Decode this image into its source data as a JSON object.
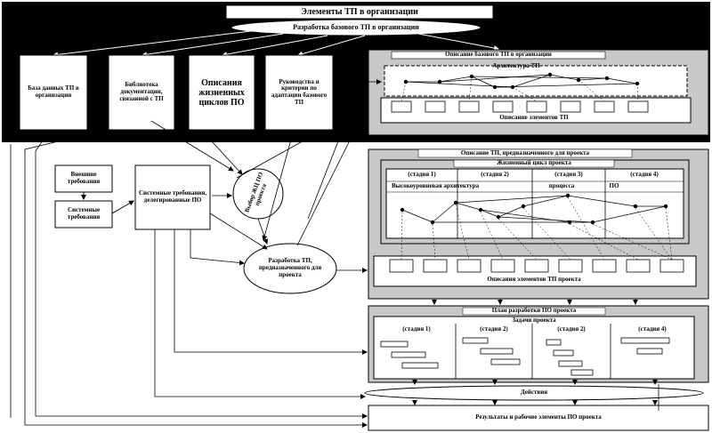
{
  "org": {
    "title": "Элементы ТП в организации",
    "oval": "Разработка базового ТП в организации",
    "box_db": "База данных ТП в организации",
    "box_library": "Библиотека документации, связанной с ТП",
    "box_lifecycle": "Описания жизненных циклов ПО",
    "box_guides": "Руководства и критерии по адаптации базового ТП",
    "base_panel_title": "Описание базового ТП в организации",
    "base_arch_label": "Архитектура ТП",
    "base_elements_label": "Описание элементов ТП"
  },
  "requirements": {
    "external": "Внешние требования",
    "system": "Системные требования",
    "delegated": "Системные требования, делегированные ПО"
  },
  "circles": {
    "select": "Выбор ЖЦ ПО проекта",
    "develop": "Разработка ТП, предназначенного для проекта"
  },
  "project": {
    "panel_title": "Описание ТП, предназначенного для проекта",
    "lifecycle_label": "Жизненный цикл проекта",
    "stages": [
      "(стадия 1)",
      "(стадия 2)",
      "(стадия 3)",
      "(стадия 4)"
    ],
    "arch_labels": [
      "Высокоуровневая архитектура",
      "процесса",
      "ПО"
    ],
    "elements_label": "Описания элементов ТП проекта"
  },
  "plan": {
    "title": "План разработки ПО проекта",
    "tasks_label": "Задачи проекта",
    "stages": [
      "(стадия 1)",
      "(стадия 2)",
      "(стадия 2)",
      "(стадия 4)"
    ]
  },
  "activity_label": "Действия",
  "results_label": "Результаты и рабочие элементы ПО проекта",
  "colors": {
    "background": "#000000",
    "panel_gray": "#c8c8c8",
    "line": "#000000",
    "white": "#ffffff"
  }
}
